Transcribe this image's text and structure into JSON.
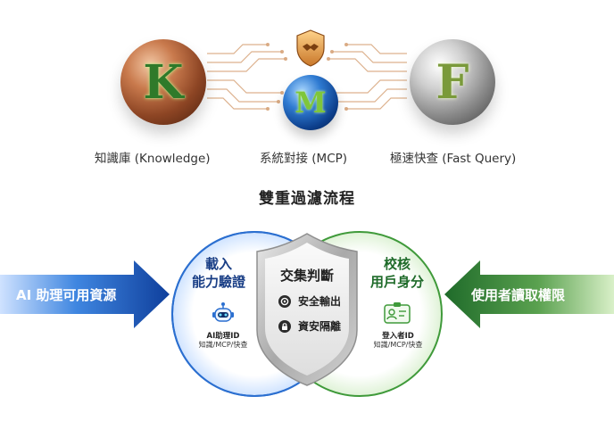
{
  "spheres": {
    "k": {
      "letter": "K",
      "caption": "知識庫 (Knowledge)"
    },
    "m": {
      "letter": "M",
      "caption": "系統對接 (MCP)"
    },
    "f": {
      "letter": "F",
      "caption": "極速快查 (Fast Query)"
    }
  },
  "section_title": "雙重過濾流程",
  "left_arrow": {
    "label": "AI 助理可用資源"
  },
  "right_arrow": {
    "label": "使用者讀取權限"
  },
  "left_circle": {
    "title_line1": "載入",
    "title_line2": "能力驗證",
    "icon": "robot-icon",
    "sub_title": "AI助理ID",
    "sub_text": "知識/MCP/快查"
  },
  "right_circle": {
    "title_line1": "校核",
    "title_line2": "用戶身分",
    "icon": "id-card-icon",
    "sub_title": "登入者ID",
    "sub_text": "知識/MCP/快查"
  },
  "shield": {
    "title": "交集判斷",
    "items": [
      {
        "icon": "target-icon",
        "label": "安全輸出"
      },
      {
        "icon": "lock-icon",
        "label": "資安隔離"
      }
    ]
  },
  "colors": {
    "left_blue": "#1f5fb8",
    "right_green": "#3c8a3a",
    "circuit": "#d9a77a"
  }
}
